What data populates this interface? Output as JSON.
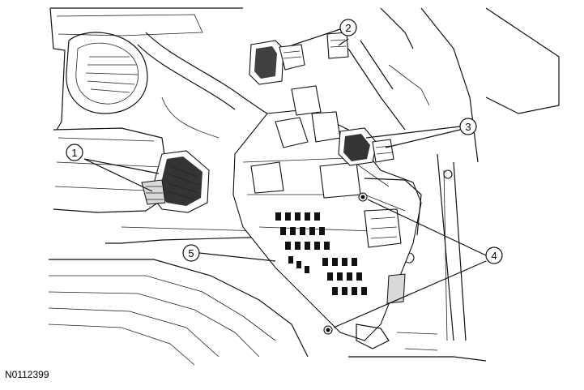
{
  "diagram": {
    "reference_code": "N0112399",
    "callouts": [
      {
        "id": "1",
        "label": "1"
      },
      {
        "id": "2",
        "label": "2"
      },
      {
        "id": "3",
        "label": "3"
      },
      {
        "id": "4",
        "label": "4"
      },
      {
        "id": "5",
        "label": "5"
      }
    ]
  },
  "colors": {
    "line": "#111111",
    "background": "#ffffff",
    "shade": "#d9d9d9"
  }
}
